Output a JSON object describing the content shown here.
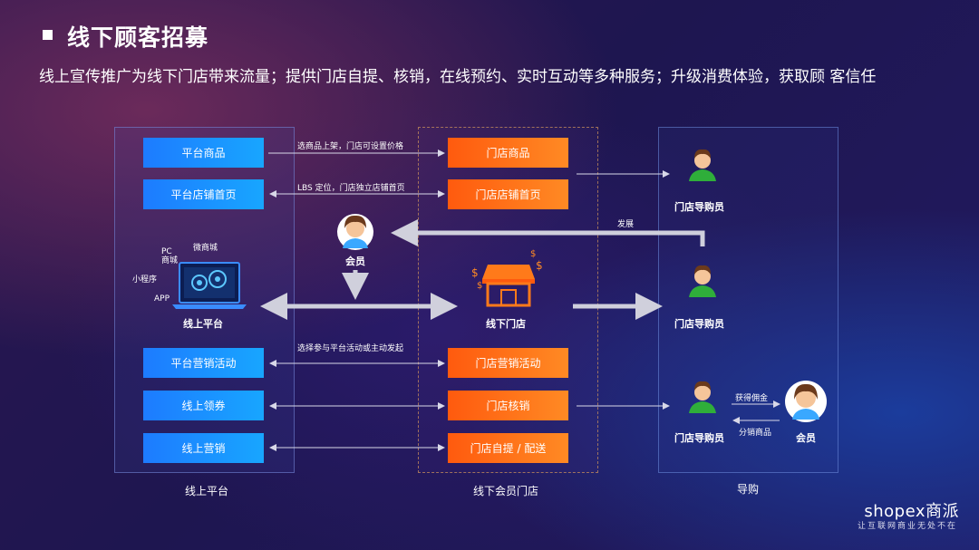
{
  "header": {
    "title": "线下顾客招募",
    "subtitle": "线上宣传推广为线下门店带来流量；提供门店自提、核销，在线预约、实时互动等多种服务；升级消费体验，获取顾 客信任"
  },
  "left": {
    "boxes": [
      "平台商品",
      "平台店铺首页",
      "平台营销活动",
      "线上领券",
      "线上营销"
    ],
    "channels": {
      "mini_mall": "微商城",
      "pc_mall": "PC\n商城",
      "mini_program": "小程序",
      "app": "APP"
    },
    "center_label": "线上平台",
    "caption": "线上平台"
  },
  "middle": {
    "boxes": [
      "门店商品",
      "门店店铺首页",
      "门店营销活动",
      "门店核销",
      "门店自提 / 配送"
    ],
    "member_label": "会员",
    "store_label": "线下门店",
    "caption": "线下会员门店"
  },
  "right": {
    "guide_label_1": "门店导购员",
    "guide_label_2": "门店导购员",
    "guide_label_3": "门店导购员",
    "member_label": "会员",
    "commission": "获得佣金",
    "distribute": "分销商品",
    "caption": "导购"
  },
  "edges": {
    "select_products": "选商品上架，门店可设置价格",
    "lbs": "LBS 定位，门店独立店铺首页",
    "develop": "发展",
    "join_activity": "选择参与平台活动或主动发起"
  },
  "brand": {
    "name": "shopex商派",
    "slogan": "让互联网商业无处不在"
  },
  "colors": {
    "blue": "#1d7bff",
    "orange": "#ff6a16",
    "guide_green": "#2fae3a"
  }
}
